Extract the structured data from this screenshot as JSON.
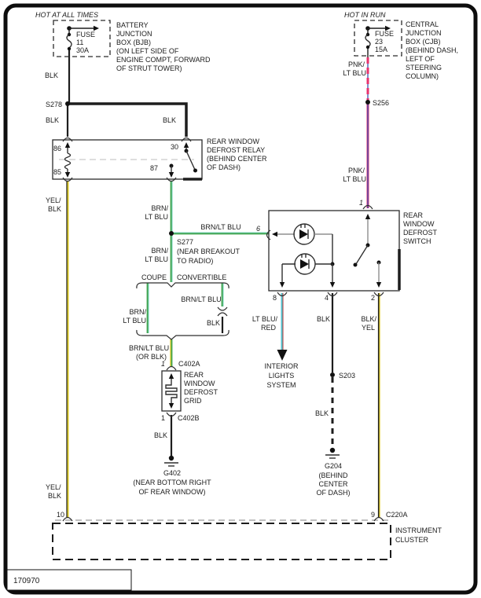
{
  "doc_number": "170970",
  "colors": {
    "wire_black": "#1d1d1d",
    "wire_yellow": "#ddca28",
    "wire_green": "#3fa24c",
    "wire_teal": "#7fd4bf",
    "wire_pink": "#e8336e",
    "wire_blue": "#3b4db0",
    "wire_cyan": "#4fc3cf",
    "wire_red": "#cc2a2a",
    "outline": "#2b2b2b"
  },
  "bjb": {
    "hot": "HOT AT ALL TIMES",
    "fuse": {
      "label": "FUSE",
      "number": "11",
      "rating": "30A"
    },
    "name": [
      "BATTERY",
      "JUNCTION",
      "BOX (BJB)",
      "(ON LEFT SIDE OF",
      "ENGINE COMPT, FORWARD",
      "OF STRUT TOWER)"
    ],
    "wire_out": "BLK"
  },
  "s278": {
    "label": "S278",
    "wire_left": "BLK",
    "wire_right": "BLK"
  },
  "relay": {
    "pin86": "86",
    "pin85": "85",
    "pin30": "30",
    "pin87": "87",
    "name": [
      "REAR WINDOW",
      "DEFROST RELAY",
      "(BEHIND CENTER",
      "OF DASH)"
    ]
  },
  "yel_blk_wire": {
    "top": [
      "YEL/",
      "BLK"
    ],
    "bottom": [
      "YEL/",
      "BLK"
    ]
  },
  "s277": {
    "wire_above": [
      "BRN/",
      "LT BLU"
    ],
    "branch_label": "BRN/LT BLU",
    "branch_pin": "6",
    "label": "S277",
    "note": [
      "(NEAR BREAKOUT",
      "TO RADIO)"
    ],
    "wire_below": [
      "BRN/",
      "LT BLU"
    ]
  },
  "body_split": {
    "left": "COUPE",
    "right": "CONVERTIBLE",
    "coupe_wire": [
      "BRN/",
      "LT BLU"
    ],
    "conv_wire": "BRN/LT BLU",
    "conv_wire_lower": "BLK",
    "merged": [
      "BRN/LT BLU",
      "(OR BLK)"
    ]
  },
  "grid": {
    "conn_top_pin": "1",
    "conn_top": "C402A",
    "name": [
      "REAR",
      "WINDOW",
      "DEFROST",
      "GRID"
    ],
    "conn_bot_pin": "1",
    "conn_bot": "C402B",
    "wire": "BLK",
    "ground": "G402",
    "ground_note": [
      "(NEAR BOTTOM RIGHT",
      "OF REAR WINDOW)"
    ]
  },
  "cjb": {
    "hot": "HOT IN RUN",
    "fuse": {
      "label": "FUSE",
      "number": "23",
      "rating": "15A"
    },
    "name": [
      "CENTRAL",
      "JUNCTION",
      "BOX (CJB)",
      "(BEHIND DASH,",
      "LEFT OF",
      "STEERING",
      "COLUMN)"
    ],
    "wire_above": [
      "PNK/",
      "LT BLU"
    ],
    "splice": "S256",
    "wire_below": [
      "PNK/",
      "LT BLU"
    ],
    "pin": "1"
  },
  "switch": {
    "name": [
      "REAR",
      "WINDOW",
      "DEFROST",
      "SWITCH"
    ],
    "pin8": "8",
    "pin4": "4",
    "pin2": "2"
  },
  "interior_lights": {
    "wire": [
      "LT BLU/",
      "RED"
    ],
    "dest": [
      "INTERIOR",
      "LIGHTS",
      "SYSTEM"
    ]
  },
  "g204": {
    "wire_above": "BLK",
    "splice": "S203",
    "wire_below": "BLK",
    "ground": "G204",
    "ground_note": [
      "(BEHIND",
      "CENTER",
      "OF DASH)"
    ]
  },
  "cluster": {
    "wire": [
      "BLK/",
      "YEL"
    ],
    "pin10": "10",
    "pin9": "9",
    "connector": "C220A",
    "name": [
      "INSTRUMENT",
      "CLUSTER"
    ]
  }
}
